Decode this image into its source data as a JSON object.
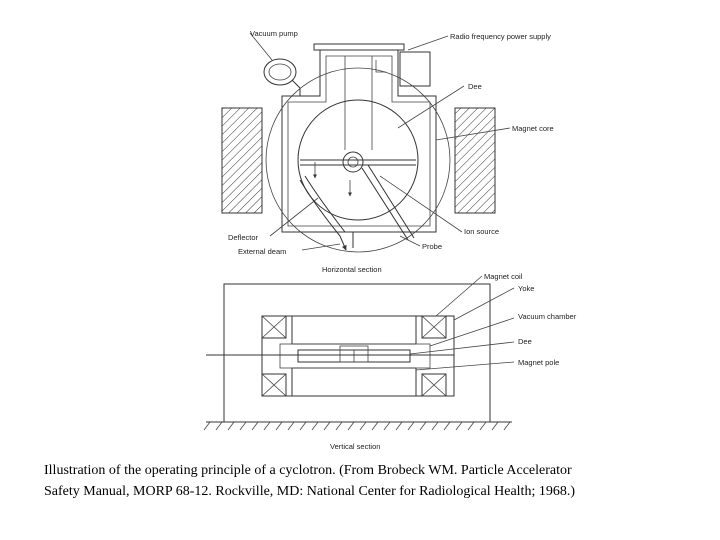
{
  "labels": {
    "vacuum_pump": "Vacuum pump",
    "rf_supply": "Radio frequency power supply",
    "dee_top": "Dee",
    "magnet_core": "Magnet core",
    "deflector": "Deflector",
    "external_beam": "External deam",
    "ion_source": "Ion source",
    "probe": "Probe",
    "horizontal_section": "Horizontal section",
    "magnet_coil": "Magnet coil",
    "yoke": "Yoke",
    "vacuum_chamber": "Vacuum chamber",
    "dee_bottom": "Dee",
    "magnet_pole": "Magnet pole",
    "vertical_section": "Vertical section"
  },
  "caption": {
    "line1": "Illustration of the operating principle of a cyclotron. (From Brobeck WM. Particle Accelerator",
    "line2": "Safety Manual, MORP 68-12. Rockville, MD: National Center for Radiological Health; 1968.)"
  }
}
